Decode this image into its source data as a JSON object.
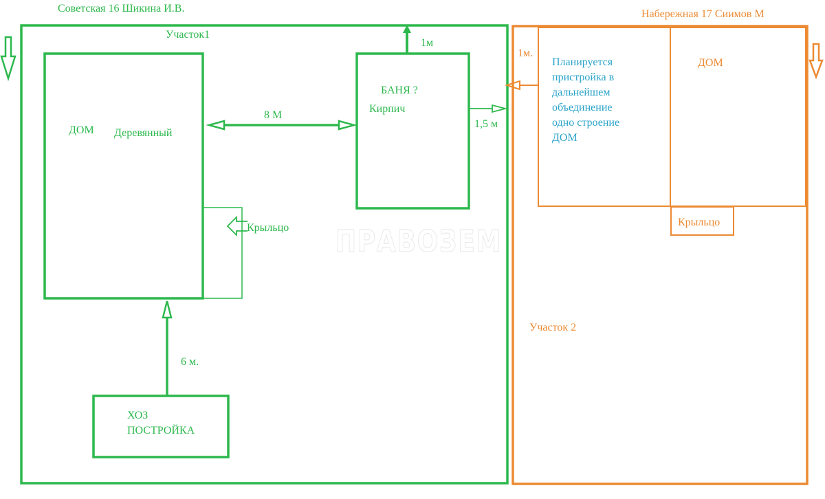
{
  "colors": {
    "plot1": "#2db84d",
    "plot2": "#ec8a32",
    "note": "#29a3c9"
  },
  "plot1": {
    "owner": "Советская 16 Шикина И.В.",
    "name": "Участок1",
    "house": {
      "label": "ДОМ",
      "material": "Деревянный"
    },
    "porch": "Крыльцо",
    "bath": {
      "label": "БАНЯ ?",
      "material": "Кирпич"
    },
    "outbuilding": {
      "line1": "ХОЗ",
      "line2": "ПОСТРОЙКА"
    },
    "dimensions": {
      "house_to_bath": "8 М",
      "bath_to_north": "1м",
      "bath_to_border": "1,5 м",
      "outbuilding_to_house": "6 м."
    }
  },
  "plot2": {
    "owner": "Набережная 17 Сиимов М",
    "name": "Участок 2",
    "house": {
      "label": "ДОМ"
    },
    "porch": "Крыльцо",
    "gap": "1м.",
    "note": [
      "Планируется",
      "пристройка в",
      "дальнейшем",
      "объединение",
      "одно строение",
      "ДОМ"
    ]
  },
  "watermark": "ПРАВОЗЕМ"
}
